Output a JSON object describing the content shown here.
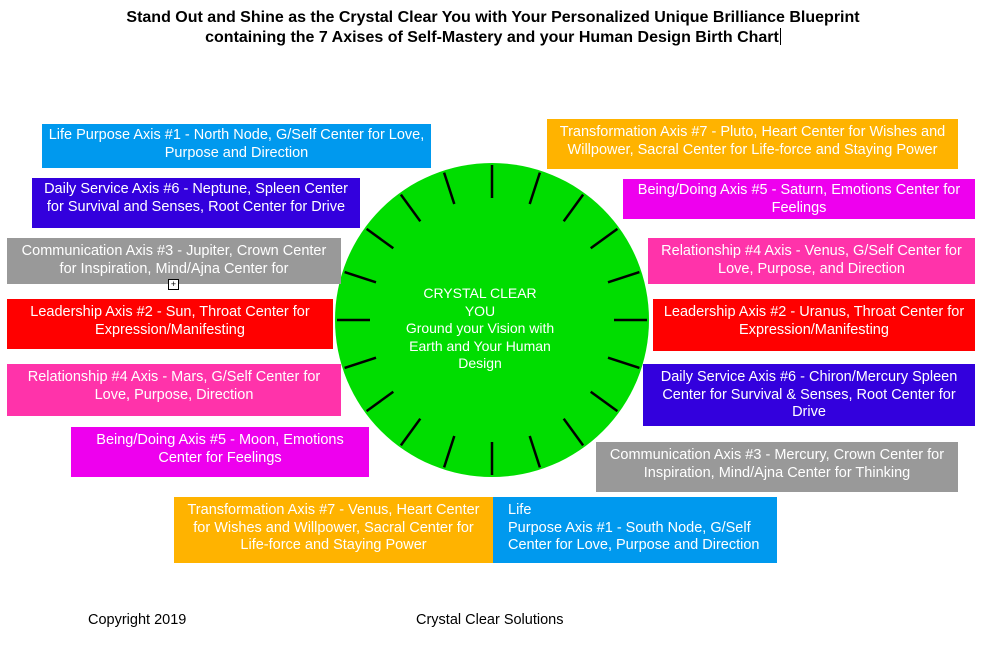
{
  "title": {
    "line1": "Stand Out and Shine as the Crystal Clear You with Your Personalized Unique Brilliance Blueprint",
    "line2": "containing the 7 Axises of Self-Mastery and your Human Design Birth Chart"
  },
  "center": {
    "line1": "CRYSTAL CLEAR",
    "line2": "YOU",
    "line3": "Ground your Vision with",
    "line4": "Earth and Your Human",
    "line5": "Design",
    "color": "#00dd00"
  },
  "left_boxes": [
    {
      "text": "Life Purpose Axis #1 - North Node, G/Self Center for Love, Purpose and Direction",
      "color": "#0099ee"
    },
    {
      "text": "Daily Service Axis #6 - Neptune, Spleen Center for Survival and Senses, Root Center for Drive",
      "color": "#3300dd"
    },
    {
      "text": "Communication Axis #3  - Jupiter, Crown Center for Inspiration, Mind/Ajna Center for",
      "color": "#999999"
    },
    {
      "text": "Leadership Axis #2 - Sun, Throat Center for Expression/Manifesting",
      "color": "#ff0000"
    },
    {
      "text": "Relationship #4 Axis - Mars, G/Self Center for Love, Purpose, Direction",
      "color": "#ff33aa"
    },
    {
      "text": "Being/Doing Axis #5  - Moon, Emotions Center for Feelings",
      "color": "#ee00ee"
    },
    {
      "text": "Transformation Axis #7 - Venus, Heart Center for Wishes and Willpower, Sacral Center for Life-force and Staying Power",
      "color": "#ffb300"
    }
  ],
  "right_boxes": [
    {
      "text": "Transformation Axis #7 - Pluto, Heart Center for Wishes and Willpower, Sacral Center for Life-force and Staying Power",
      "color": "#ffb300"
    },
    {
      "text": "Being/Doing Axis #5 - Saturn, Emotions Center for Feelings",
      "color": "#ee00ee"
    },
    {
      "text": "Relationship #4 Axis - Venus, G/Self Center for Love, Purpose, and Direction",
      "color": "#ff33aa"
    },
    {
      "text": "Leadership Axis #2 - Uranus, Throat Center for Expression/Manifesting",
      "color": "#ff0000"
    },
    {
      "text": "Daily Service Axis #6 - Chiron/Mercury Spleen Center for Survival & Senses, Root Center for Drive",
      "color": "#3300dd"
    },
    {
      "text": "Communication Axis #3 - Mercury, Crown Center for Inspiration, Mind/Ajna Center for Thinking",
      "color": "#999999"
    },
    {
      "line1": "Life",
      "line2": "Purpose Axis #1  - South Node, G/Self Center for Love, Purpose and Direction",
      "color": "#0099ee"
    }
  ],
  "footer": {
    "copyright": "Copyright 2019",
    "company": "Crystal Clear Solutions"
  }
}
